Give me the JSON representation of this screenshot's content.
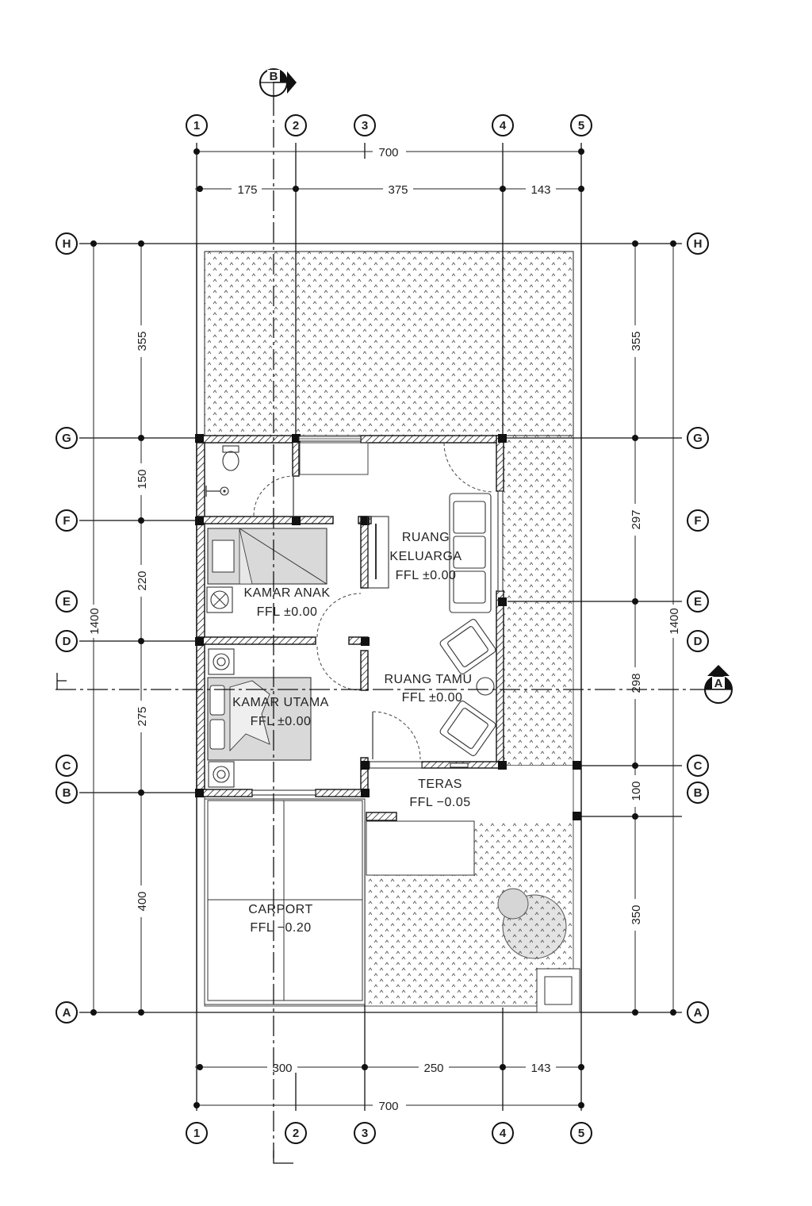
{
  "grid": {
    "columns": [
      "1",
      "2",
      "3",
      "4",
      "5"
    ],
    "rows": [
      "H",
      "G",
      "F",
      "E",
      "D",
      "C",
      "B",
      "A"
    ]
  },
  "dimensions": {
    "top_overall": "700",
    "top_segments": [
      "175",
      "375",
      "143"
    ],
    "bottom_segments": [
      "300",
      "250",
      "143"
    ],
    "bottom_overall": "700",
    "left_overall": "1400",
    "left_segments": [
      "355",
      "150",
      "220",
      "275",
      "400"
    ],
    "right_overall": "1400",
    "right_segments": [
      "355",
      "297",
      "298",
      "100",
      "350"
    ]
  },
  "rooms": {
    "ruang_keluarga": {
      "name_line1": "RUANG",
      "name_line2": "KELUARGA",
      "level": "FFL  ±0.00"
    },
    "kamar_anak": {
      "name": "KAMAR  ANAK",
      "level": "FFL  ±0.00"
    },
    "ruang_tamu": {
      "name": "RUANG  TAMU",
      "level": "FFL  ±0.00"
    },
    "kamar_utama": {
      "name": "KAMAR  UTAMA",
      "level": "FFL  ±0.00"
    },
    "teras": {
      "name": "TERAS",
      "level": "FFL  −0.05"
    },
    "carport": {
      "name": "CARPORT",
      "level": "FFL  −0.20"
    }
  },
  "section_markers": {
    "vertical": "B",
    "horizontal": "A"
  }
}
